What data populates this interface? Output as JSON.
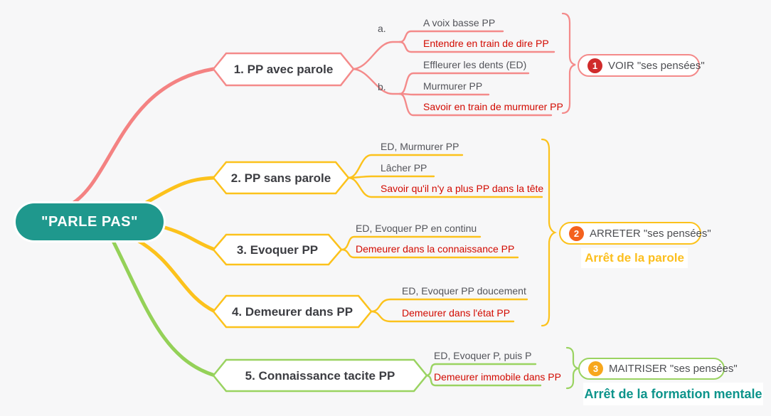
{
  "root": {
    "label": "\"PARLE PAS\""
  },
  "palette": {
    "background": "#f7f7f8",
    "root_fill": "#1f988d",
    "branch1_pink": "#f48282",
    "branch234_yellow": "#fcc21c",
    "branch5_green": "#94d158",
    "leaf_text_gray": "#53545a",
    "leaf_text_red": "#d20a00",
    "node_title_gray": "#3c3d42",
    "badge1_red": "#d02b2b",
    "badge2_orange": "#f4611d",
    "badge3_amber": "#f7a71d",
    "caption_yellow": "#fcbf1e",
    "caption_teal": "#0d948b"
  },
  "branches": [
    {
      "label": "1. PP avec parole",
      "groups": [
        {
          "label": "a.",
          "items": [
            {
              "text": "A voix basse PP",
              "emphasis": "gray"
            },
            {
              "text": "Entendre en train de dire PP",
              "emphasis": "red"
            }
          ]
        },
        {
          "label": "b.",
          "items": [
            {
              "text": "Effleurer les dents (ED)",
              "emphasis": "gray"
            },
            {
              "text": "Murmurer PP",
              "emphasis": "gray"
            },
            {
              "text": "Savoir en train de murmurer PP",
              "emphasis": "red"
            }
          ]
        }
      ]
    },
    {
      "label": "2. PP sans parole",
      "items": [
        {
          "text": "ED, Murmurer PP",
          "emphasis": "gray"
        },
        {
          "text": "Lâcher PP",
          "emphasis": "gray"
        },
        {
          "text": "Savoir qu'il n'y a plus PP dans la tête",
          "emphasis": "red"
        }
      ]
    },
    {
      "label": "3. Evoquer PP",
      "items": [
        {
          "text": "ED, Evoquer PP en continu",
          "emphasis": "gray"
        },
        {
          "text": "Demeurer dans la connaissance PP",
          "emphasis": "red"
        }
      ]
    },
    {
      "label": "4. Demeurer dans PP",
      "items": [
        {
          "text": "ED, Evoquer PP doucement",
          "emphasis": "gray"
        },
        {
          "text": "Demeurer dans l'état PP",
          "emphasis": "red"
        }
      ]
    },
    {
      "label": "5. Connaissance tacite PP",
      "items": [
        {
          "text": "ED, Evoquer P, puis P",
          "emphasis": "gray"
        },
        {
          "text": "Demeurer immobile dans PP",
          "emphasis": "red"
        }
      ]
    }
  ],
  "summaries": [
    {
      "badge": "1",
      "label": "VOIR \"ses pensées\"",
      "covers": "branche 1"
    },
    {
      "badge": "2",
      "label": "ARRETER \"ses pensées\"",
      "caption": "Arrêt de la parole",
      "covers": "branches 2-4"
    },
    {
      "badge": "3",
      "label": "MAITRISER \"ses pensées\"",
      "caption": "Arrêt de la formation mentale",
      "covers": "branche 5"
    }
  ]
}
